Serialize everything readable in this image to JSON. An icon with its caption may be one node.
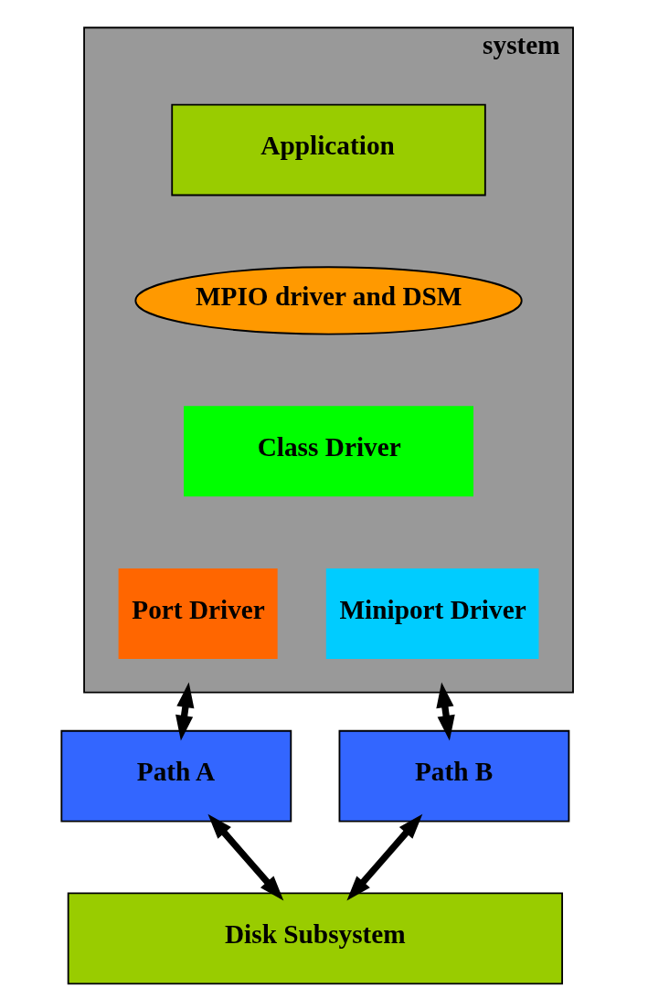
{
  "diagram": {
    "nodes": [
      {
        "text": [
          "system"
        ]
      },
      {
        "text": [
          "Application"
        ],
        "in": 0
      },
      {
        "text": [
          "MPIO driver and DSM"
        ],
        "in": 0
      },
      {
        "text": [
          "Class Driver"
        ],
        "in": 0
      },
      {
        "text": [
          "Port Driver"
        ],
        "in": 0
      },
      {
        "text": [
          "Miniport Driver"
        ],
        "in": 0
      },
      {
        "text": [
          "Path A"
        ]
      },
      {
        "text": [
          "Path B"
        ]
      },
      {
        "text": [
          "Disk Subsystem"
        ]
      }
    ],
    "edges": [
      {
        "from": 0,
        "to": 6,
        "arrow": "both"
      },
      {
        "from": 0,
        "to": 7,
        "arrow": "both"
      },
      {
        "from": 6,
        "to": 8,
        "arrow": "both"
      },
      {
        "from": 7,
        "to": 8,
        "arrow": "both"
      }
    ]
  }
}
